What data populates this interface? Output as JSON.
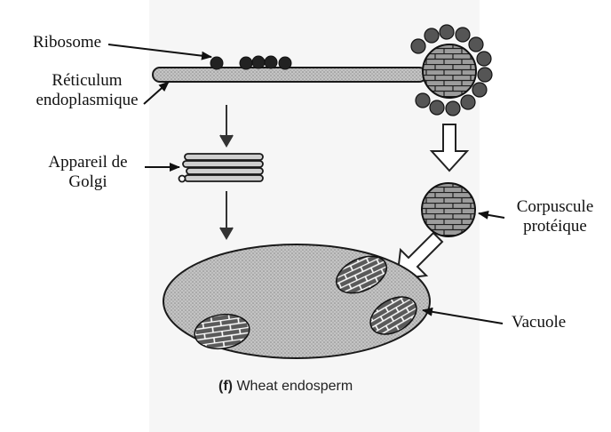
{
  "labels": {
    "ribosome": "Ribosome",
    "reticulum_line1": "Réticulum",
    "reticulum_line2": "endoplasmique",
    "golgi_line1": "Appareil de",
    "golgi_line2": "Golgi",
    "corpuscule_line1": "Corpuscule",
    "corpuscule_line2": "protéique",
    "vacuole": "Vacuole"
  },
  "caption": {
    "panel_letter": "(f)",
    "text": "Wheat endosperm"
  },
  "colors": {
    "stipple": "#b9b9b9",
    "outline": "#1a1a1a",
    "brick_fill": "#555555",
    "panel_bg": "#f6f6f6"
  }
}
